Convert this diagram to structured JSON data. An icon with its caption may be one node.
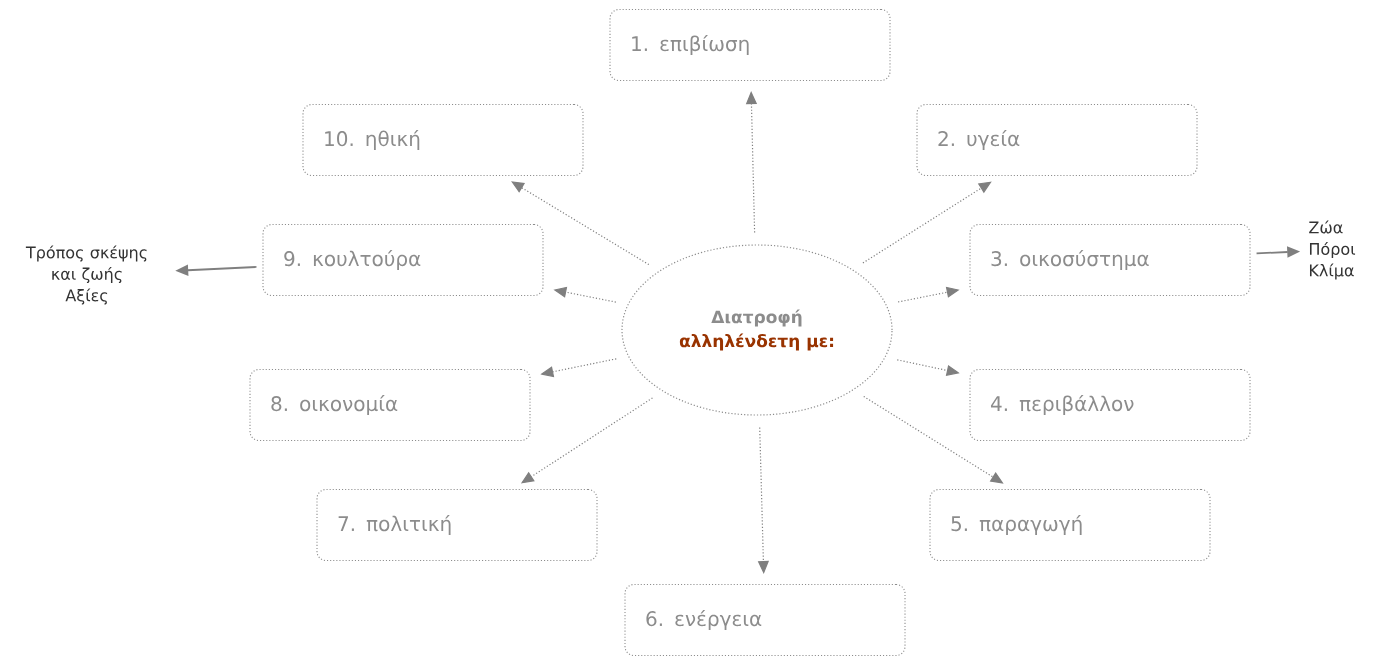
{
  "diagram": {
    "nodes": [
      {
        "text": [
          "Διατροφή",
          "αλληλένδετη με:"
        ]
      },
      {
        "text": [
          "1. επιβίωση"
        ]
      },
      {
        "text": [
          "2. υγεία"
        ]
      },
      {
        "text": [
          "3. οικοσύστημα"
        ]
      },
      {
        "text": [
          "4. περιβάλλον"
        ]
      },
      {
        "text": [
          "5. παραγωγή"
        ]
      },
      {
        "text": [
          "6. ενέργεια"
        ]
      },
      {
        "text": [
          "7. πολιτική"
        ]
      },
      {
        "text": [
          "8. οικονομία"
        ]
      },
      {
        "text": [
          "9. κουλτούρα"
        ]
      },
      {
        "text": [
          "10. ηθική"
        ]
      },
      {
        "text": [
          "Τρόπος σκέψης και ζωής",
          "Αξίες"
        ]
      },
      {
        "text": [
          "Ζώα",
          "Πόροι",
          "Κλίμα"
        ]
      }
    ],
    "edges": [
      {
        "from": 0,
        "to": 1,
        "arrow": "to",
        "style": "dashed"
      },
      {
        "from": 0,
        "to": 2,
        "arrow": "to",
        "style": "dashed"
      },
      {
        "from": 0,
        "to": 3,
        "arrow": "to",
        "style": "dashed"
      },
      {
        "from": 0,
        "to": 4,
        "arrow": "to",
        "style": "dashed"
      },
      {
        "from": 0,
        "to": 5,
        "arrow": "to",
        "style": "dashed"
      },
      {
        "from": 0,
        "to": 6,
        "arrow": "to",
        "style": "dashed"
      },
      {
        "from": 0,
        "to": 7,
        "arrow": "to",
        "style": "dashed"
      },
      {
        "from": 0,
        "to": 8,
        "arrow": "to",
        "style": "dashed"
      },
      {
        "from": 0,
        "to": 9,
        "arrow": "to",
        "style": "dashed"
      },
      {
        "from": 0,
        "to": 10,
        "arrow": "to",
        "style": "dashed"
      },
      {
        "from": 9,
        "to": 11,
        "arrow": "to"
      },
      {
        "from": 3,
        "to": 12,
        "arrow": "to"
      }
    ]
  }
}
